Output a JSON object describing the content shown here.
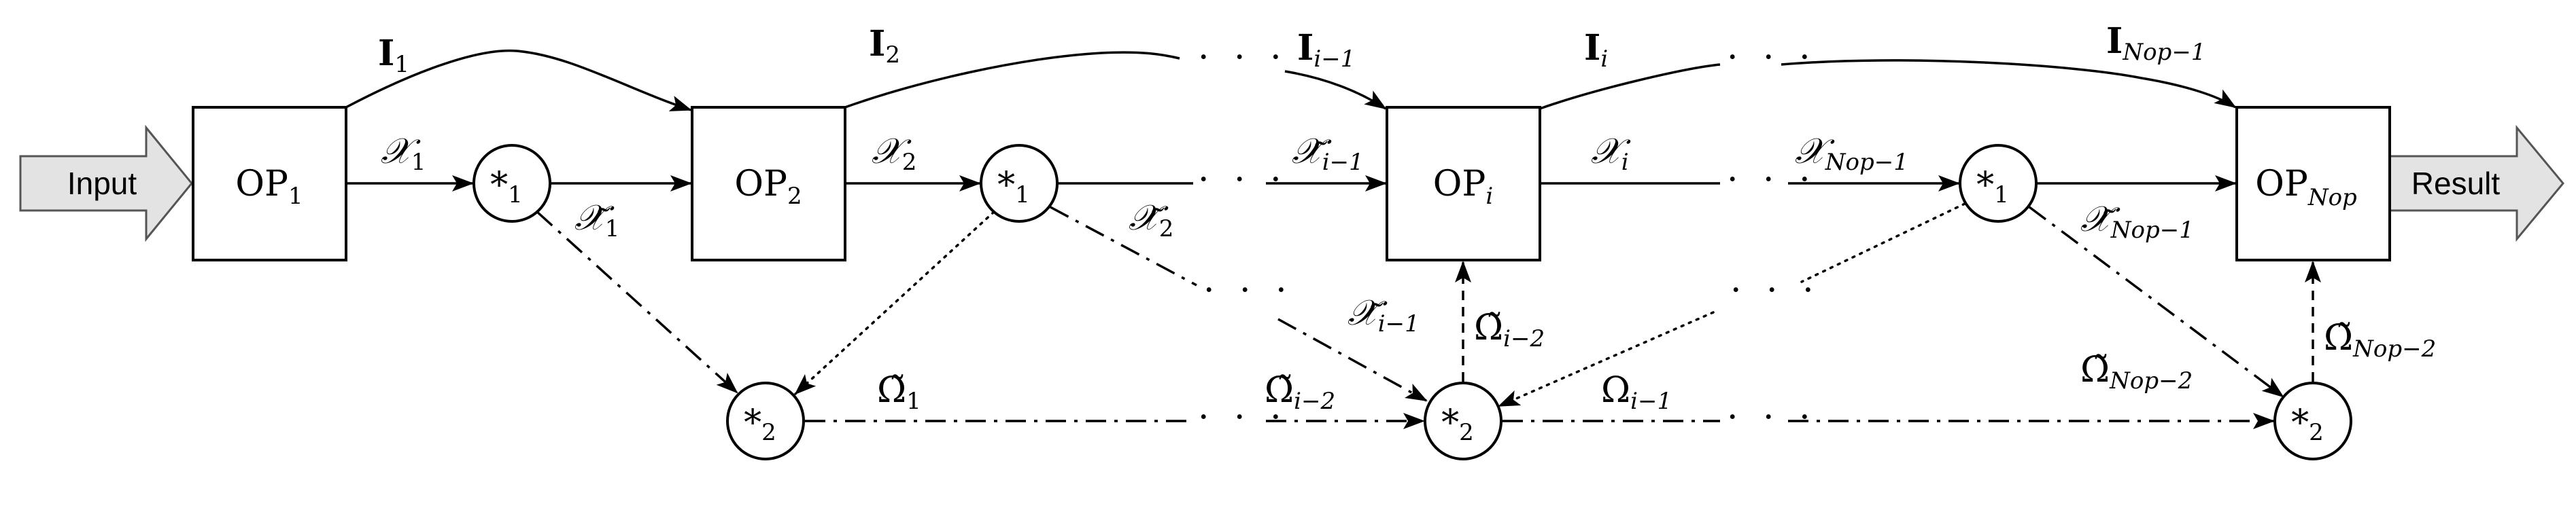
{
  "io": {
    "input": "Input",
    "result": "Result"
  },
  "operators": [
    {
      "base": "OP",
      "sub": "1"
    },
    {
      "base": "OP",
      "sub": "2"
    },
    {
      "base": "OP",
      "sub": "i"
    },
    {
      "base": "OP",
      "sub": "Nₒₚ"
    }
  ],
  "op_last_sub_text": "Nop",
  "star1": {
    "base": "*",
    "sub": "1"
  },
  "star2": {
    "base": "*",
    "sub": "2"
  },
  "labels": {
    "I1": {
      "base": "I",
      "sub": "1"
    },
    "I2": {
      "base": "I",
      "sub": "2"
    },
    "Iim1": {
      "base": "I",
      "sub": "i−1"
    },
    "Ii": {
      "base": "I",
      "sub": "i"
    },
    "INm1": {
      "base": "I",
      "sub": "Nop−1"
    },
    "X1": {
      "base": "𝒳",
      "sub": "1"
    },
    "X2": {
      "base": "𝒳",
      "sub": "2"
    },
    "Xi": {
      "base": "𝒳",
      "sub": "i"
    },
    "XNm1": {
      "base": "𝒳",
      "sub": "Nop−1"
    },
    "Xt1": {
      "base": "𝒳̃",
      "sub": "1"
    },
    "Xt2": {
      "base": "𝒳̃",
      "sub": "2"
    },
    "Xtim1a": {
      "base": "𝒳̃",
      "sub": "i−1"
    },
    "Xtim1b": {
      "base": "𝒳̃",
      "sub": "i−1"
    },
    "XtNm1": {
      "base": "𝒳̃",
      "sub": "Nop−1"
    },
    "Om1": {
      "base": "Ω̃",
      "sub": "1"
    },
    "Omim2a": {
      "base": "Ω̃",
      "sub": "i−2"
    },
    "Omim2b": {
      "base": "Ω̃",
      "sub": "i−2"
    },
    "Omim1": {
      "base": "Ω",
      "sub": "i−1"
    },
    "OmNm2a": {
      "base": "Ω̃",
      "sub": "Nop−2"
    },
    "OmNm2b": {
      "base": "Ω̃",
      "sub": "Nop−2"
    }
  },
  "ellipsis": "· · ·"
}
